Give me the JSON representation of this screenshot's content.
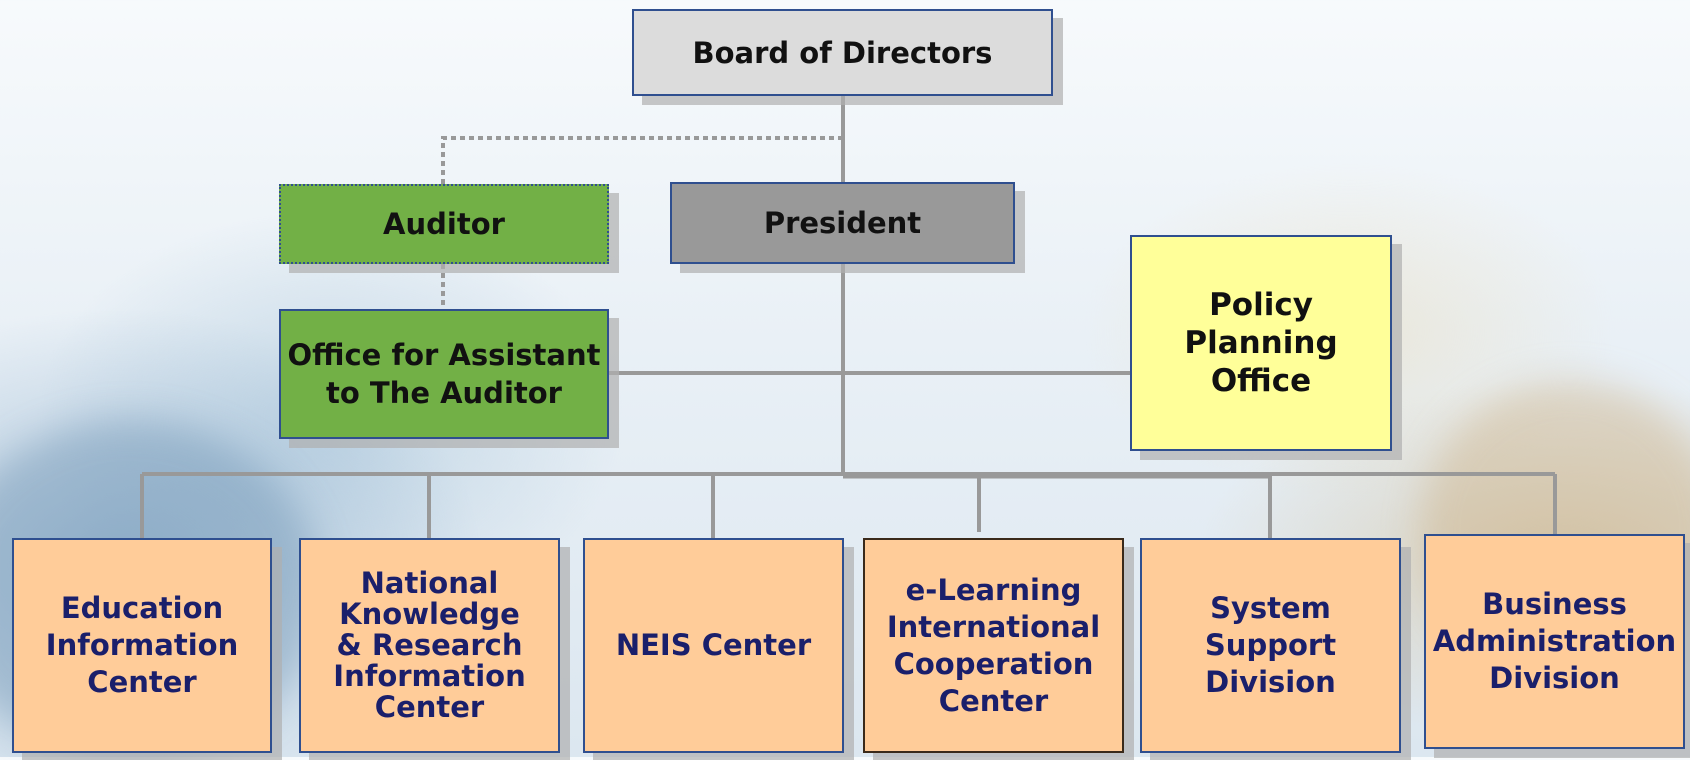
{
  "board": {
    "label": "Board of Directors"
  },
  "auditor": {
    "label": "Auditor"
  },
  "president": {
    "label": "President"
  },
  "assistant": {
    "label": "Office for Assistant\nto The Auditor"
  },
  "policy": {
    "label": "Policy Planning\nOffice"
  },
  "units": [
    {
      "label": "Education\nInformation\nCenter"
    },
    {
      "label": "National\nKnowledge\n& Research\nInformation\nCenter"
    },
    {
      "label": "NEIS Center"
    },
    {
      "label": "e-Learning\nInternational\nCooperation\nCenter"
    },
    {
      "label": "System\nSupport\nDivision"
    },
    {
      "label": "Business\nAdministration\nDivision"
    }
  ],
  "colors": {
    "border": "#2f4f8f",
    "board_fill": "#dcdcdc",
    "president_fill": "#999999",
    "audit_fill": "#72b046",
    "policy_fill": "#ffff99",
    "unit_fill": "#ffcc99",
    "unit_text": "#1a1f6b",
    "connector": "#999999"
  }
}
